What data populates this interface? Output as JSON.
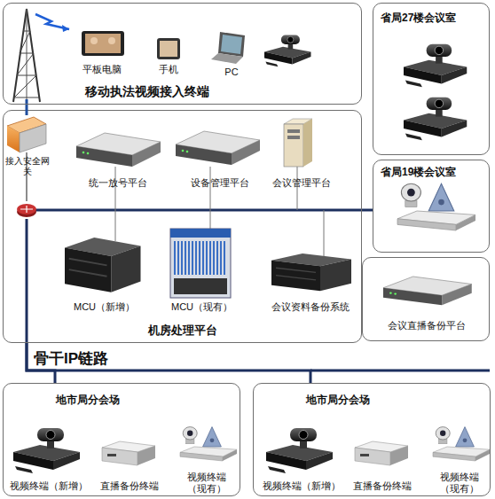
{
  "diagram": {
    "nodes": [
      {
        "text": [
          "移动执法视频接入终端"
        ]
      },
      {
        "text": [
          "平板电脑"
        ],
        "in": 0
      },
      {
        "text": [
          "手机"
        ],
        "in": 0
      },
      {
        "text": [
          "PC"
        ],
        "in": 0
      },
      {
        "text": [
          "机房处理平台"
        ]
      },
      {
        "text": [
          "接入安全网关"
        ],
        "in": 4
      },
      {
        "text": [
          "统一放号平台"
        ],
        "in": 4
      },
      {
        "text": [
          "设备管理平台"
        ],
        "in": 4
      },
      {
        "text": [
          "会议管理平台"
        ],
        "in": 4
      },
      {
        "text": [
          "MCU（新增）"
        ],
        "in": 4
      },
      {
        "text": [
          "MCU（现有）"
        ],
        "in": 4
      },
      {
        "text": [
          "会议资料备份系统"
        ],
        "in": 4
      },
      {
        "text": [
          "省局27楼会议室"
        ]
      },
      {
        "text": [
          "省局19楼会议室"
        ]
      },
      {
        "text": [
          "会议直播备份平台"
        ]
      },
      {
        "text": [
          "地市局分会场"
        ]
      },
      {
        "text": [
          "视频终端（新增）"
        ],
        "in": 15
      },
      {
        "text": [
          "直播备份终端"
        ],
        "in": 15
      },
      {
        "text": [
          "视频终端（现有）"
        ],
        "in": 15
      },
      {
        "text": [
          "地市局分会场"
        ]
      },
      {
        "text": [
          "视频终端（新增）"
        ],
        "in": 19
      },
      {
        "text": [
          "直播备份终端"
        ],
        "in": 19
      },
      {
        "text": [
          "视频终端（现有）"
        ],
        "in": 19
      }
    ],
    "edges": [
      {
        "from": 0,
        "to": 5,
        "arrow": "none"
      },
      {
        "from": 4,
        "to": 13,
        "arrow": "none"
      },
      {
        "from": 4,
        "to": 15,
        "arrow": "none"
      },
      {
        "from": 4,
        "to": 19,
        "arrow": "none"
      }
    ],
    "labels": [
      "骨干IP链路"
    ]
  }
}
